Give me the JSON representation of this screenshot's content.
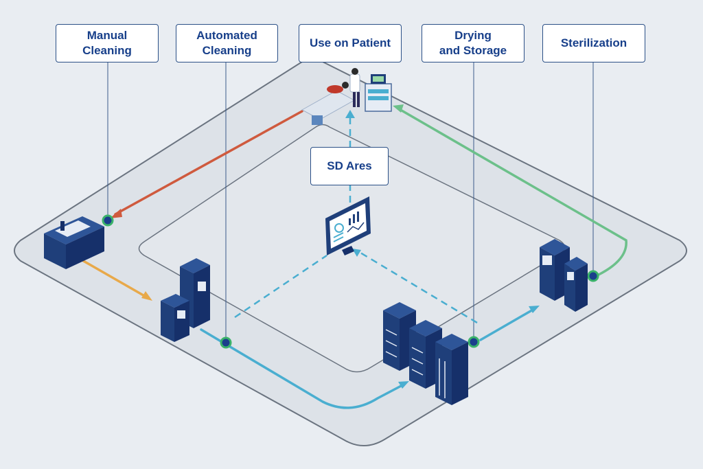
{
  "stages": [
    {
      "id": "manual",
      "line1": "Manual",
      "line2": "Cleaning"
    },
    {
      "id": "automated",
      "line1": "Automated",
      "line2": "Cleaning"
    },
    {
      "id": "patient",
      "line1": "Use on Patient",
      "line2": ""
    },
    {
      "id": "drying",
      "line1": "Drying",
      "line2": "and Storage"
    },
    {
      "id": "sterilization",
      "line1": "Sterilization",
      "line2": ""
    }
  ],
  "center_label": "SD Ares",
  "colors": {
    "background": "#e9edf2",
    "track": "#dde2e8",
    "track_edge": "#6b7480",
    "device_navy": "#1f3f7a",
    "arrow_red": "#cf5a3e",
    "arrow_orange": "#e8a94a",
    "arrow_teal": "#4aaed0",
    "arrow_green": "#6cc08a",
    "node_fill": "#1b3f8c",
    "node_ring": "#3bb36a",
    "label_text": "#173f8a"
  }
}
